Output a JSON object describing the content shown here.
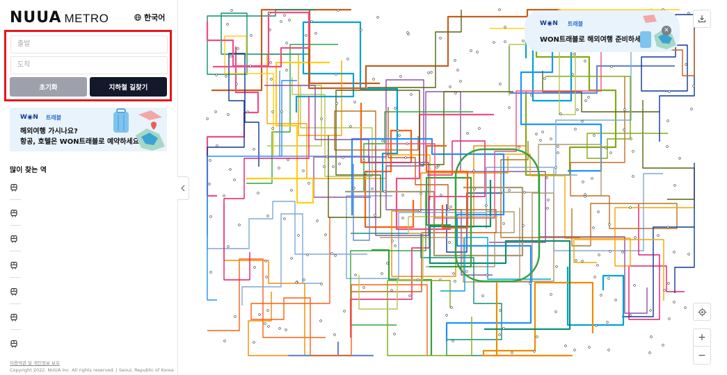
{
  "brand": {
    "logo_mark": "NUUA",
    "logo_sub": "METRO"
  },
  "language": {
    "label": "한국어"
  },
  "search": {
    "origin_placeholder": "출발",
    "destination_placeholder": "도착",
    "reset_label": "초기화",
    "find_route_label": "지하철 길찾기"
  },
  "banner": {
    "logo": "W◉N",
    "tag": "트래블",
    "line1": "해외여행 가시나요?",
    "line2": "항공, 호텔은 WON트래블로 예약하세요 !"
  },
  "frequent": {
    "title": "많이 찾는 역",
    "items": [
      "",
      "",
      "",
      "",
      "",
      "",
      ""
    ]
  },
  "footer": {
    "terms": "이용약관 및 개인정보 보호",
    "copyright": "Copyright 2022. NUUA Inc. All rights reserved. | Seoul, Republic of Korea"
  },
  "map_popup": {
    "logo": "W◉N",
    "tag": "트래블",
    "text": "WON트래블로 해외여행 준비하세요"
  },
  "map_controls": {
    "zoom_in": "+",
    "zoom_out": "−"
  },
  "colors": {
    "accent_red": "#e8151b",
    "dark_button": "#13182a",
    "grey_button": "#9ea0ab",
    "banner_bg": "#e8f3fc",
    "metro_lines": [
      "#0d3692",
      "#33a23d",
      "#fe5d10",
      "#00a2d1",
      "#8b50a4",
      "#c55c1d",
      "#54640d",
      "#f14c82",
      "#aa9872",
      "#7ca8d5",
      "#ed8b00",
      "#81a914",
      "#f5a200",
      "#0c8e72",
      "#b7c452",
      "#e6186c",
      "#6789ca",
      "#bd6e21",
      "#ffcd12",
      "#1e90ff"
    ]
  }
}
